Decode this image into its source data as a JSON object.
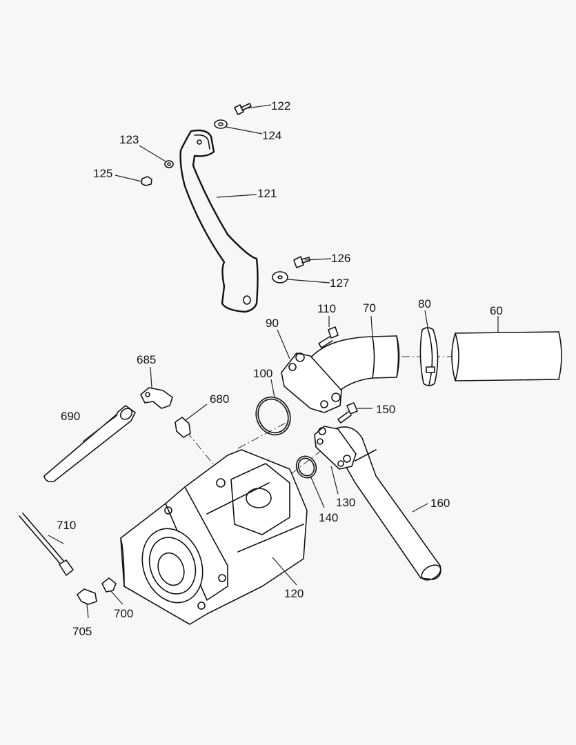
{
  "callouts": {
    "c60": "60",
    "c70": "70",
    "c80": "80",
    "c90": "90",
    "c100": "100",
    "c110": "110",
    "c120": "120",
    "c121": "121",
    "c122": "122",
    "c123": "123",
    "c124": "124",
    "c125": "125",
    "c126": "126",
    "c127": "127",
    "c130": "130",
    "c140": "140",
    "c150": "150",
    "c160": "160",
    "c680": "680",
    "c685": "685",
    "c690": "690",
    "c700": "700",
    "c705": "705",
    "c710": "710"
  },
  "colors": {
    "background": "#f7f7f7",
    "line": "#111111"
  }
}
